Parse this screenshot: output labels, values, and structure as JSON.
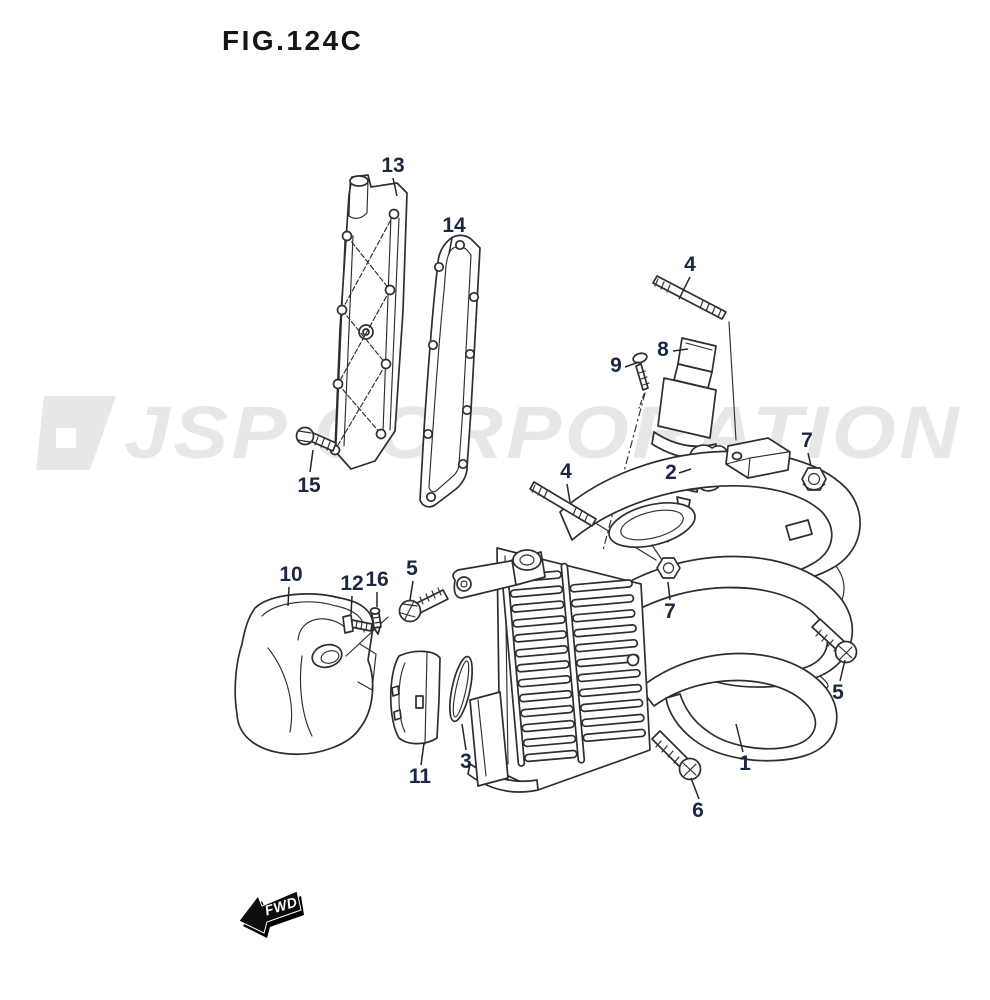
{
  "figure": {
    "title": "FIG.124C"
  },
  "watermark": {
    "text": "JSP CORPORATION",
    "logo": "jsp-logo-mark",
    "color": "#e7e7e7"
  },
  "direction_marker": {
    "label": "FWD"
  },
  "colors": {
    "background": "#ffffff",
    "line": "#2e2e2e",
    "callout_label": "#1c2743",
    "watermark": "#e7e7e7",
    "fwd_arrow": "#0d0d0d"
  },
  "callouts": [
    {
      "label": "13"
    },
    {
      "label": "14"
    },
    {
      "label": "15"
    },
    {
      "label": "4"
    },
    {
      "label": "8"
    },
    {
      "label": "9"
    },
    {
      "label": "2"
    },
    {
      "label": "7"
    },
    {
      "label": "4"
    },
    {
      "label": "7"
    },
    {
      "label": "5"
    },
    {
      "label": "10"
    },
    {
      "label": "12"
    },
    {
      "label": "16"
    },
    {
      "label": "11"
    },
    {
      "label": "3"
    },
    {
      "label": "1"
    },
    {
      "label": "6"
    },
    {
      "label": "5"
    }
  ]
}
